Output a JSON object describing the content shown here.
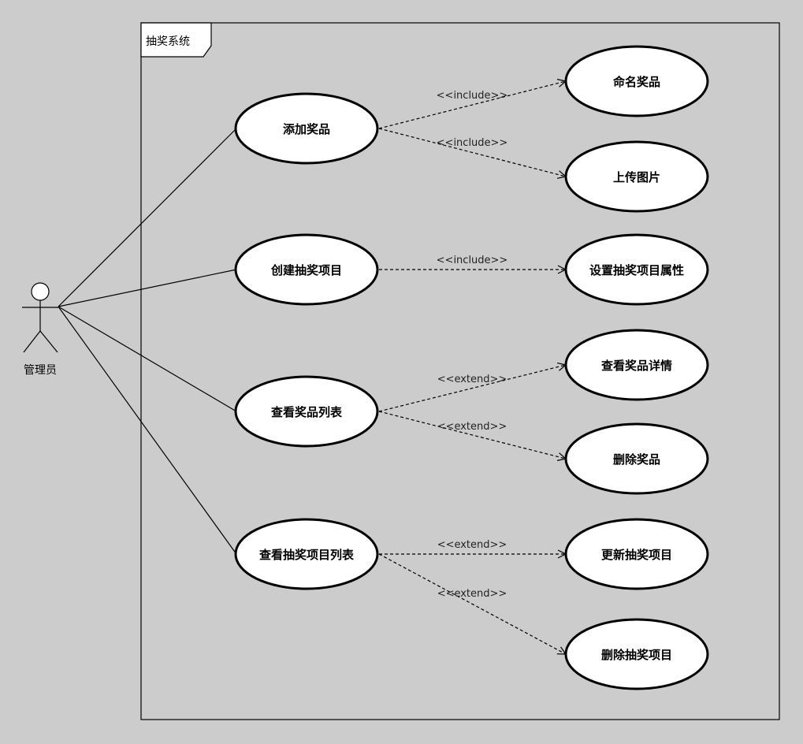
{
  "system": {
    "title": "抽奖系统"
  },
  "actor": {
    "name": "管理员"
  },
  "use_cases": {
    "add_prize": "添加奖品",
    "create_project": "创建抽奖项目",
    "view_prize_list": "查看奖品列表",
    "view_project_list": "查看抽奖项目列表",
    "name_prize": "命名奖品",
    "upload_image": "上传图片",
    "set_project_attrs": "设置抽奖项目属性",
    "view_prize_detail": "查看奖品详情",
    "delete_prize": "删除奖品",
    "update_project": "更新抽奖项目",
    "delete_project": "删除抽奖项目"
  },
  "relations": {
    "include": "<<include>>",
    "extend": "<<extend>>"
  }
}
